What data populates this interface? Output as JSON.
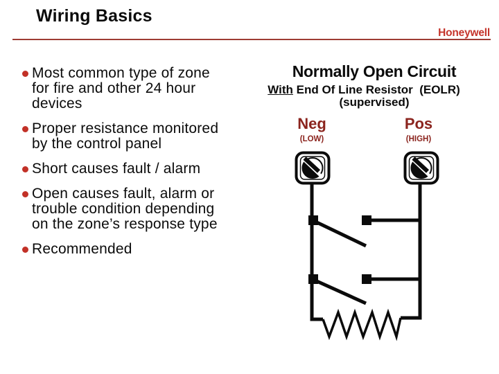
{
  "slide": {
    "title": "Wiring Basics",
    "brand": "Honeywell"
  },
  "bullets": {
    "items": [
      {
        "text": "Most common type of zone\nfor fire and other 24 hour\ndevices"
      },
      {
        "text": "Proper resistance monitored\nby the control panel"
      },
      {
        "text": "Short causes fault / alarm"
      },
      {
        "text": "Open causes fault, alarm or\ntrouble condition depending\non the zone’s response type"
      },
      {
        "text": "Recommended"
      }
    ]
  },
  "diagram": {
    "heading": "Normally Open Circuit",
    "subheading_underlined": "With",
    "subheading_rest": " End Of Line Resistor  (EOLR)",
    "subheading_line2": "(supervised)",
    "neg_label": "Neg",
    "neg_sublabel": "(LOW)",
    "pos_label": "Pos",
    "pos_sublabel": "(HIGH)",
    "terminal_icon": "screw-terminal-icon",
    "resistor": "end-of-line-resistor",
    "switches": "two normally-open switches"
  },
  "colors": {
    "brand_red": "#c5342b",
    "rule_red": "#9e3b33",
    "bullet_red": "#c23127",
    "polarity_maroon": "#8b241e",
    "wire_black": "#0b0b0b"
  }
}
